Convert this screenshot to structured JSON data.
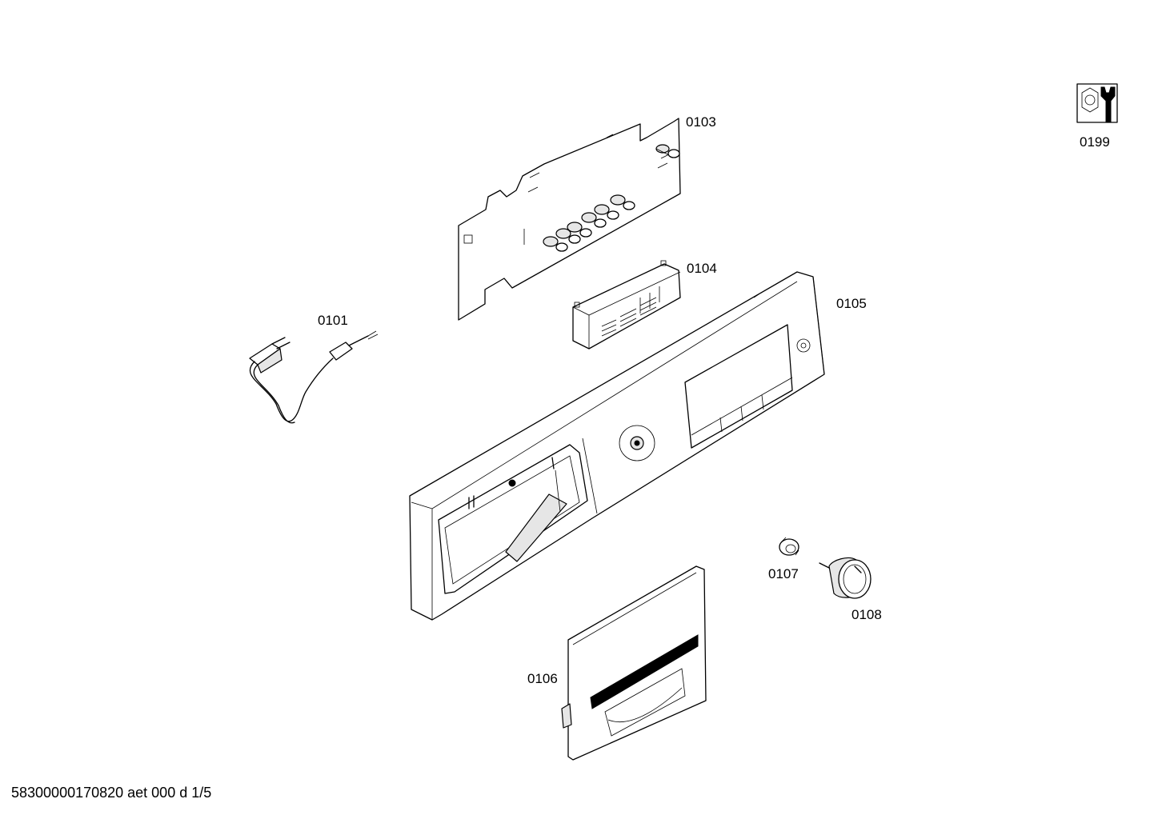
{
  "parts": [
    {
      "id": "0101",
      "part": "mains-cable"
    },
    {
      "id": "0103",
      "part": "circuit-board"
    },
    {
      "id": "0104",
      "part": "display-module"
    },
    {
      "id": "0105",
      "part": "control-panel-fascia"
    },
    {
      "id": "0106",
      "part": "detergent-drawer-handle"
    },
    {
      "id": "0107",
      "part": "knob-insert"
    },
    {
      "id": "0108",
      "part": "program-selector-knob"
    },
    {
      "id": "0199",
      "part": "tool-icon"
    }
  ],
  "labels": {
    "p0101": "0101",
    "p0103": "0103",
    "p0104": "0104",
    "p0105": "0105",
    "p0106": "0106",
    "p0107": "0107",
    "p0108": "0108",
    "p0199": "0199"
  },
  "footer": {
    "document_id": "58300000170820 aet 000 d 1/5"
  }
}
